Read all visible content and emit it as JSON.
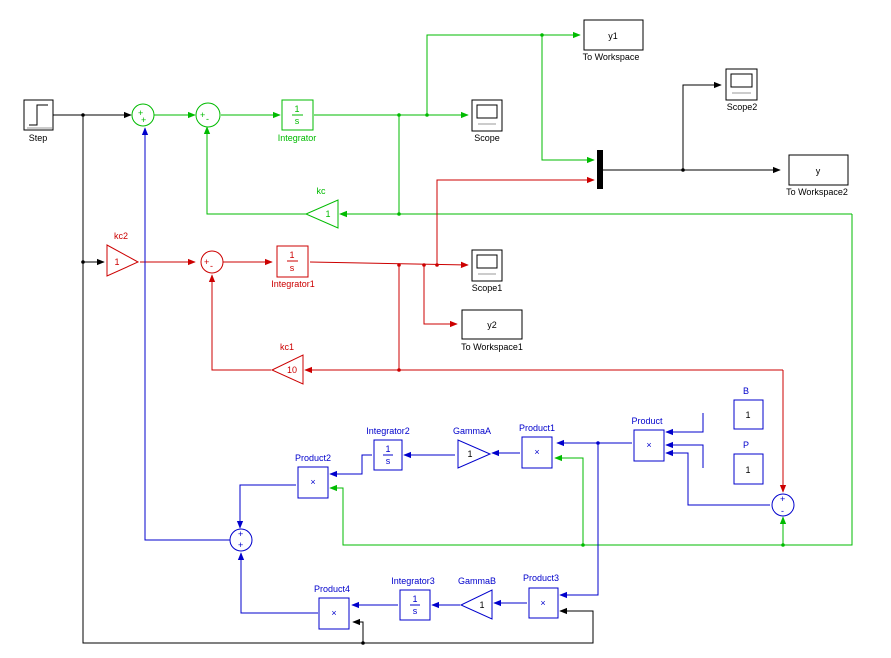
{
  "colors": {
    "black": "#000000",
    "green": "#00bb00",
    "red": "#cc0000",
    "blue": "#0000cc"
  },
  "blocks": {
    "step": "Step",
    "integrator": {
      "name": "Integrator",
      "num": "1",
      "den": "s"
    },
    "integrator1": {
      "name": "Integrator1",
      "num": "1",
      "den": "s"
    },
    "integrator2": {
      "name": "Integrator2",
      "num": "1",
      "den": "s"
    },
    "integrator3": {
      "name": "Integrator3",
      "num": "1",
      "den": "s"
    },
    "scope": "Scope",
    "scope1": "Scope1",
    "scope2": "Scope2",
    "y1": {
      "name": "To Workspace",
      "var": "y1"
    },
    "y": {
      "name": "To Workspace2",
      "var": "y"
    },
    "y2": {
      "name": "To Workspace1",
      "var": "y2"
    },
    "kc": {
      "name": "kc",
      "value": "1"
    },
    "kc1": {
      "name": "kc1",
      "value": "10"
    },
    "kc2": {
      "name": "kc2",
      "value": "1"
    },
    "gammaA": {
      "name": "GammaA",
      "value": "1"
    },
    "gammaB": {
      "name": "GammaB",
      "value": "1"
    },
    "b": {
      "name": "B",
      "value": "1"
    },
    "p": {
      "name": "P",
      "value": "1"
    },
    "product": "Product",
    "product1": "Product1",
    "product2": "Product2",
    "product3": "Product3",
    "product4": "Product4",
    "multiply_symbol": "×"
  }
}
